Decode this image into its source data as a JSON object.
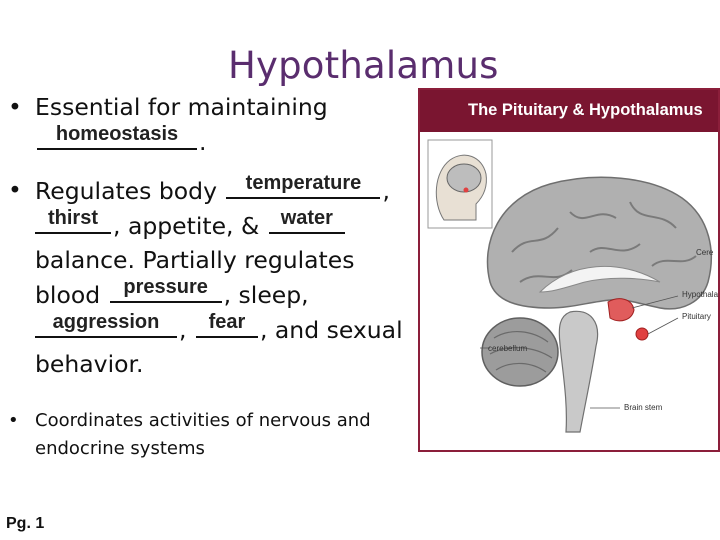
{
  "title": "Hypothalamus",
  "bullets": {
    "b1_text": "Essential for maintaining",
    "b1_blank": "homeostasis",
    "b1_end": ".",
    "b2_text1": "Regulates body",
    "b2_blank1": "temperature",
    "b2_comma1": ",",
    "b2_blank2": "thirst",
    "b2_text2": ", appetite, &",
    "b2_blank3": "water",
    "b2_text3": "balance.  Partially regulates",
    "b2_text4": "blood",
    "b2_blank4": "pressure",
    "b2_text5": ", sleep,",
    "b2_blank5": "aggression",
    "b2_comma2": ",",
    "b2_blank6": "fear",
    "b2_text6": ", and sexual",
    "b2_text7": "behavior.",
    "b3_text": "Coordinates activities of nervous and endocrine systems"
  },
  "page_label": "Pg. 1",
  "figure": {
    "title": "The Pituitary & Hypothalamus",
    "labels": {
      "cerebrum": "Cere",
      "hypothalamus": "Hypothala",
      "pituitary": "Pituitary",
      "cerebellum": "cerebellum",
      "brainstem": "Brain stem"
    }
  },
  "colors": {
    "title": "#5a2d6e",
    "figure_header": "#7a1530",
    "brain": "#b0b0b0",
    "highlight": "#e04040"
  }
}
